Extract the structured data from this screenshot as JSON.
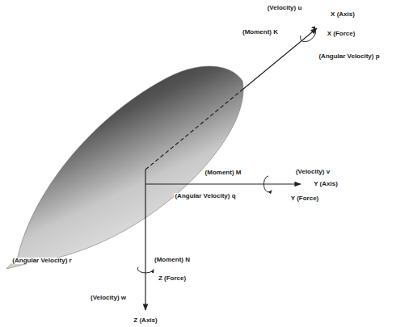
{
  "diagram": {
    "labels": [
      "(Velocity) u",
      "X (Axis)",
      "(Moment) K",
      "X (Force)",
      "(Angular Velocity) p",
      "(Moment) M",
      "(Velocity) v",
      "Y (Axis)",
      "Y (Force)",
      "(Angular Velocity) q",
      "(Angular Velocity) r",
      "(Moment) N",
      "Z (Force)",
      "(Velocity) w",
      "Z (Axis)"
    ]
  }
}
